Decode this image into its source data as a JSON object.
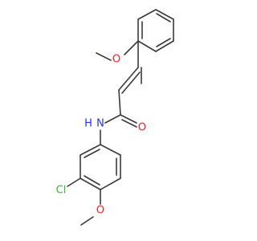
{
  "molecule": {
    "atoms": {
      "o_top": "O",
      "o_carbonyl": "O",
      "n_amide": "N",
      "h_amide": "H",
      "cl": "Cl",
      "o_bottom": "O"
    },
    "colors": {
      "bond": "#3a3a3a",
      "oxygen": "#ff2020",
      "nitrogen": "#2030ff",
      "chlorine": "#30c030"
    }
  }
}
